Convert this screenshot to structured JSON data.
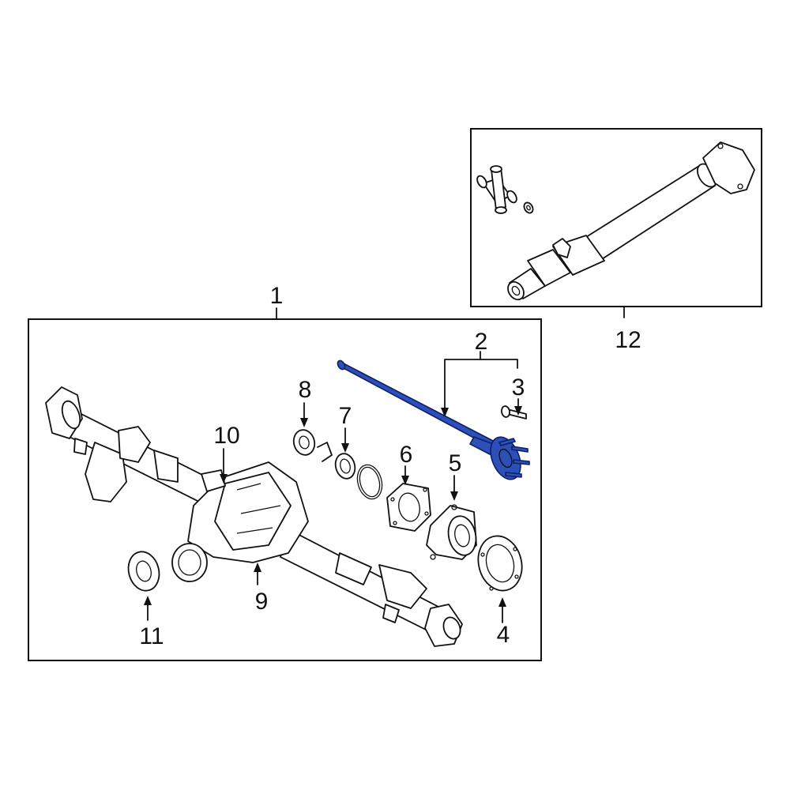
{
  "diagram": {
    "callouts": [
      {
        "id": "1",
        "label": "1"
      },
      {
        "id": "2",
        "label": "2"
      },
      {
        "id": "3",
        "label": "3"
      },
      {
        "id": "4",
        "label": "4"
      },
      {
        "id": "5",
        "label": "5"
      },
      {
        "id": "6",
        "label": "6"
      },
      {
        "id": "7",
        "label": "7"
      },
      {
        "id": "8",
        "label": "8"
      },
      {
        "id": "9",
        "label": "9"
      },
      {
        "id": "10",
        "label": "10"
      },
      {
        "id": "11",
        "label": "11"
      },
      {
        "id": "12",
        "label": "12"
      }
    ],
    "colors": {
      "line": "#111111",
      "highlight": "#2d4fb8",
      "background": "#ffffff"
    },
    "highlighted_part": "2"
  }
}
